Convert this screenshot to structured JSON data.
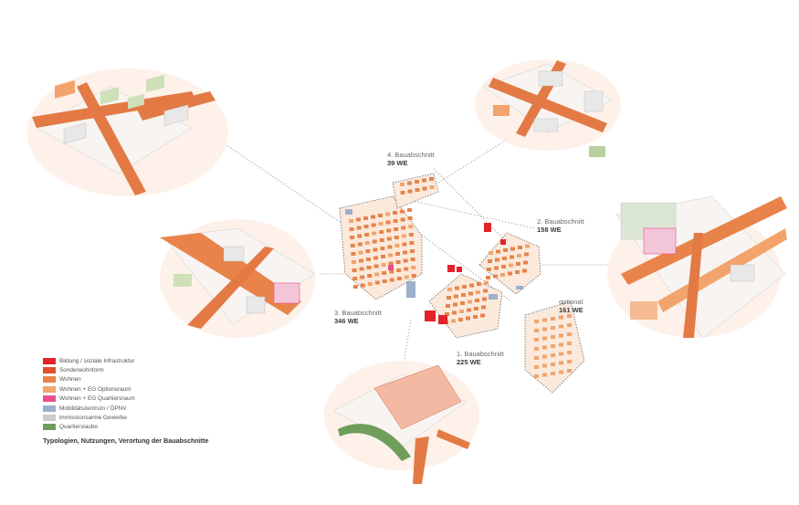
{
  "colors": {
    "bildung": "#e3222a",
    "sonderwohnform": "#e1502f",
    "wohnen": "#e8834a",
    "wohnen_eg_option": "#f2a46c",
    "wohnen_eg_quartier": "#e94f8b",
    "mobility": "#9db0cc",
    "gewerbe": "#c9ccc7",
    "quartierslaube": "#6f9e5c",
    "outline": "#555555",
    "dots": "#9a9a9a",
    "ground": "#fbe9dc",
    "street": "#e37a45"
  },
  "sections": {
    "s4": {
      "title": "4. Bauabschnitt",
      "we": "39 WE"
    },
    "s2": {
      "title": "2. Bauabschnitt",
      "we": "158 WE"
    },
    "s3": {
      "title": "3. Bauabschnitt",
      "we": "346 WE"
    },
    "s1": {
      "title": "1. Bauabschnitt",
      "we": "225 WE"
    },
    "opt": {
      "title": "optional",
      "we": "161 WE"
    }
  },
  "legend": [
    {
      "label": "Bildung / soziale Infrastruktur",
      "color": "#e3222a"
    },
    {
      "label": "Sonderwohnform",
      "color": "#e1502f"
    },
    {
      "label": "Wohnen",
      "color": "#e8834a"
    },
    {
      "label": "Wohnen + EG Optionsraum",
      "color": "#f2a46c"
    },
    {
      "label": "Wohnen + EG Quartiersraum",
      "color": "#e94f8b"
    },
    {
      "label": "Mobilitätszentrum / ÖPNV",
      "color": "#9db0cc"
    },
    {
      "label": "immissionsarme Gewerbe",
      "color": "#c9ccc7"
    },
    {
      "label": "Quartierslaube",
      "color": "#6f9e5c"
    }
  ],
  "caption": "Typologien, Nutzungen, Verortung der Bauabschnitte"
}
